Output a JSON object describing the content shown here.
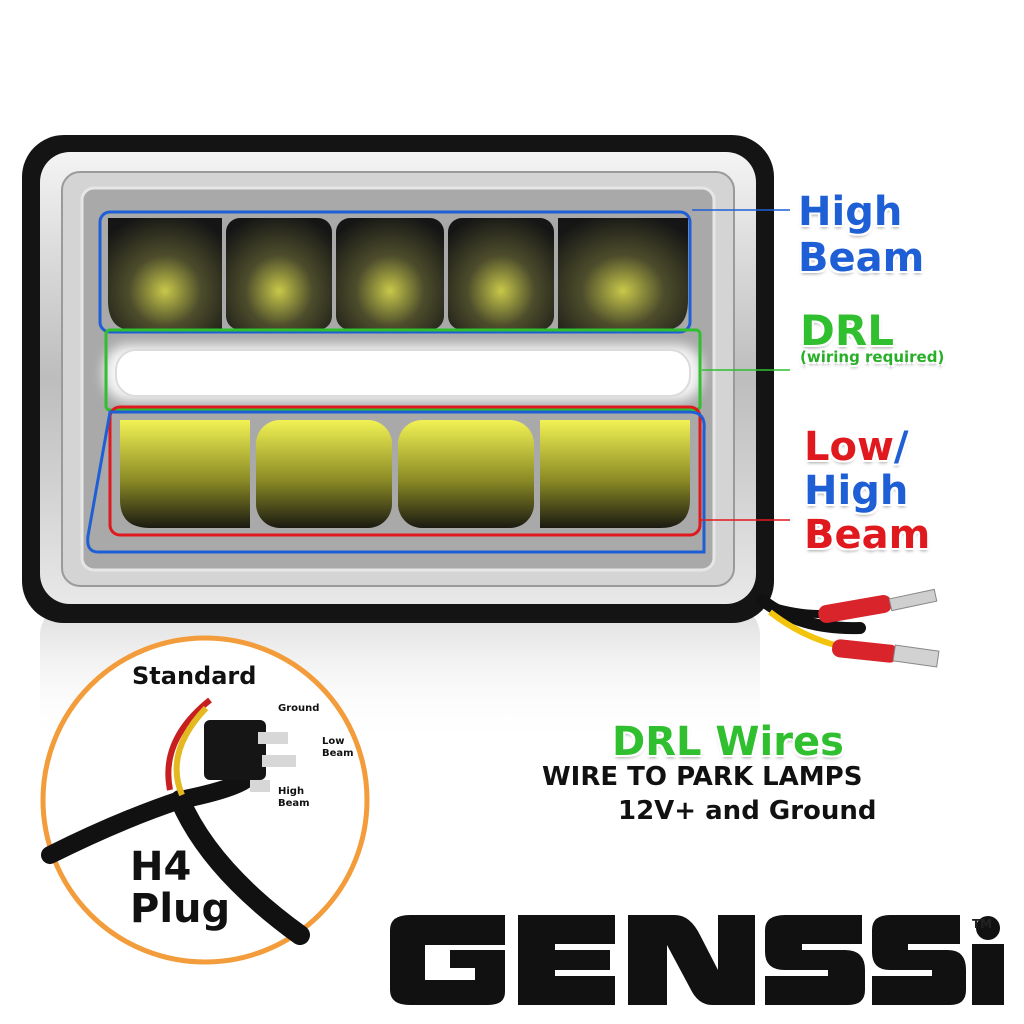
{
  "callouts": {
    "high_beam": [
      "High",
      "Beam"
    ],
    "drl_title": "DRL",
    "drl_note": "(wiring required)",
    "low_high": {
      "low": "Low",
      "slash": "/",
      "high": "High",
      "beam": "Beam"
    }
  },
  "drl_wires": {
    "title": "DRL Wires",
    "line1": "WIRE TO PARK LAMPS",
    "line2": "12V+ and Ground"
  },
  "plug_inset": {
    "heading": "Standard",
    "pin_ground": "Ground",
    "pin_low": [
      "Low",
      "Beam"
    ],
    "pin_high": [
      "High",
      "Beam"
    ],
    "plug_name": [
      "H4",
      "Plug"
    ]
  },
  "brand": {
    "name": "GENSSi",
    "tm": "TM"
  },
  "colors": {
    "high_beam": "#1f5fd6",
    "drl": "#2fbf2f",
    "low_beam": "#e0191f",
    "accent_orange": "#f39c3b"
  }
}
